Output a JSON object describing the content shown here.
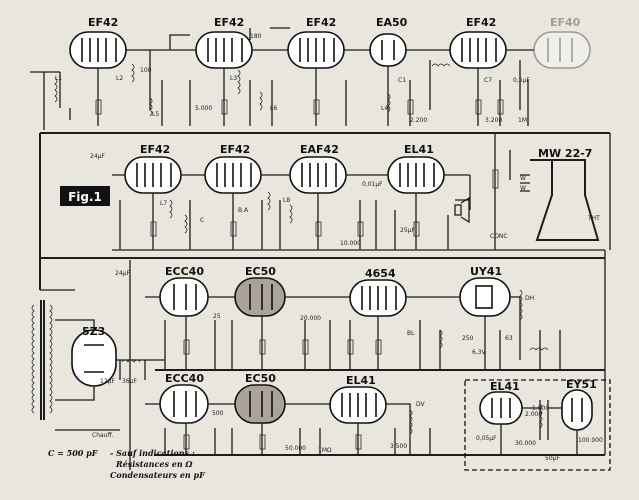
{
  "figure_label": "Fig.1",
  "tube_labels": {
    "r1_t1": "EF42",
    "r1_t2": "EF42",
    "r1_t3": "EF42",
    "r1_t4": "EA50",
    "r1_t5": "EF42",
    "r1_t6": "EF40",
    "r2_t1": "EF42",
    "r2_t2": "EF42",
    "r2_t3": "EAF42",
    "r2_t4": "EL41",
    "r3_t1": "ECC40",
    "r3_t2": "EC50",
    "r3_t3": "4654",
    "r3_t4": "UY41",
    "r4_t1": "ECC40",
    "r4_t2": "EC50",
    "r4_t3": "EL41",
    "r4_t4": "EL41",
    "r4_t5": "EY51",
    "rect": "5Z3"
  },
  "crt_label": "MW 22-7",
  "crt_tht": "THT",
  "component_labels": {
    "l1": "L1",
    "l2": "L2",
    "l3": "L3",
    "l4": "L4",
    "l5": "L5",
    "l6": "L6",
    "l7": "L7",
    "l8": "L8",
    "c": "C",
    "ba": "B.A",
    "bl": "BL",
    "dh": "DH",
    "dv": "DV",
    "conc": "CONC",
    "c1": "C1",
    "c7": "C7",
    "r100": "100",
    "r180": "180",
    "r5000": "5.000",
    "r10000": "10.000",
    "r50000": "50.000",
    "r20000": "20.000",
    "r500": "500",
    "r25": "25",
    "r2200": "2.200",
    "r3200": "3.200",
    "uf24a": "24μF",
    "uf24b": "24μF",
    "uf12": "12μF",
    "uf36": "36μF",
    "uf05": "0,5μF",
    "uf01": "0,01μF",
    "uf50": "50μF",
    "uf25": "25μF",
    "r1m": "1M",
    "r1mq": "1MΩ",
    "r100000": "100.000",
    "r2000": "2.000",
    "r30000": "30.000",
    "r3500": "3.500",
    "r1000": "1.000",
    "r250": "250",
    "uf005": "0,05μF",
    "chauff": "Chauff.",
    "r6v3": "6,3V",
    "r63": "63",
    "w1": "W",
    "w2": "W"
  },
  "notes": {
    "cap": "C = 500 pF",
    "line1": "- Sauf indications :",
    "line2": "Résistances en Ω",
    "line3": "Condensateurs en pF"
  }
}
